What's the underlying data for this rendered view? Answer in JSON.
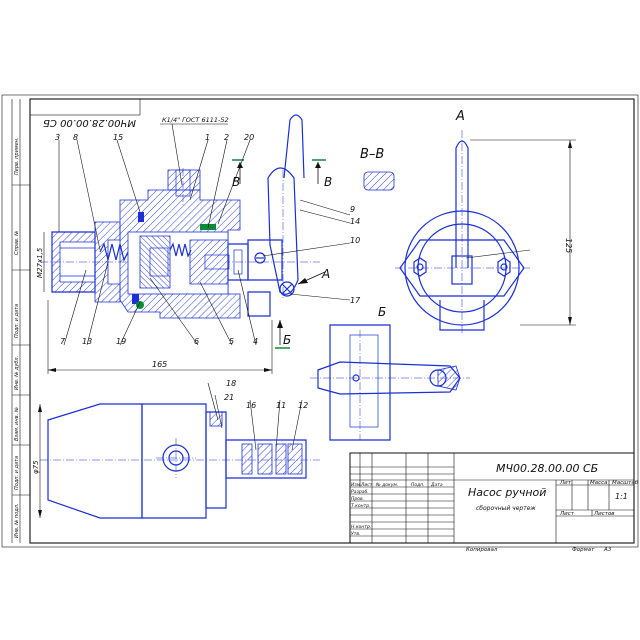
{
  "stamp_mirror": "МЧ00.28.00.00 СБ",
  "thread_note": "К1/4\" ГОСТ 6111-52",
  "section_labels": {
    "bb_title": "В–В",
    "a_top": "А",
    "a_arrow": "А",
    "b_view": "Б",
    "b_arrow": "Б",
    "v_left": "В",
    "v_right": "В"
  },
  "callouts": [
    "3",
    "8",
    "15",
    "1",
    "2",
    "20",
    "9",
    "14",
    "10",
    "17",
    "7",
    "13",
    "19",
    "6",
    "5",
    "4",
    "18",
    "21",
    "16",
    "11",
    "12"
  ],
  "dimensions": {
    "width_165": "165",
    "height_125": "125",
    "thread_m27": "М27х1,5",
    "dia_75": "φ75"
  },
  "side_stamp": [
    "Перв. примен.",
    "Справ. №",
    "Подп. и дата",
    "Инв. № дубл.",
    "Взам. инв. №",
    "Подп. и дата",
    "Инв. № подл."
  ],
  "title_block": {
    "designation": "МЧ00.28.00.00 СБ",
    "name": "Насос ручной",
    "doc_type": "сборочный чертеж",
    "lit_header": "Лит",
    "mass_header": "Масса",
    "scale_header": "Масштаб",
    "scale_value": "1:1",
    "sheet_label": "Лист",
    "sheets_label": "Листов",
    "rows": [
      "Изм.",
      "Лист",
      "№ докум.",
      "Подп.",
      "Дата"
    ],
    "roles": [
      "Разраб.",
      "Пров.",
      "Т.контр.",
      "",
      "Н.контр.",
      "Утв."
    ],
    "copied": "Копировал",
    "format_label": "Формат",
    "format_value": "A3"
  }
}
